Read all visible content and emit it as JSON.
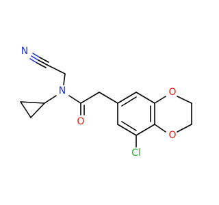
{
  "molecule": {
    "atoms": {
      "nitrile_n": {
        "symbol": "N",
        "color": "#1a2fd6"
      },
      "amide_n": {
        "symbol": "N",
        "color": "#1a2fd6"
      },
      "carbonyl_o": {
        "symbol": "O",
        "color": "#e11a0f"
      },
      "ring_o_top": {
        "symbol": "O",
        "color": "#e11a0f"
      },
      "ring_o_bottom": {
        "symbol": "O",
        "color": "#e11a0f"
      },
      "chlorine": {
        "symbol": "Cl",
        "color": "#22b326"
      }
    }
  }
}
